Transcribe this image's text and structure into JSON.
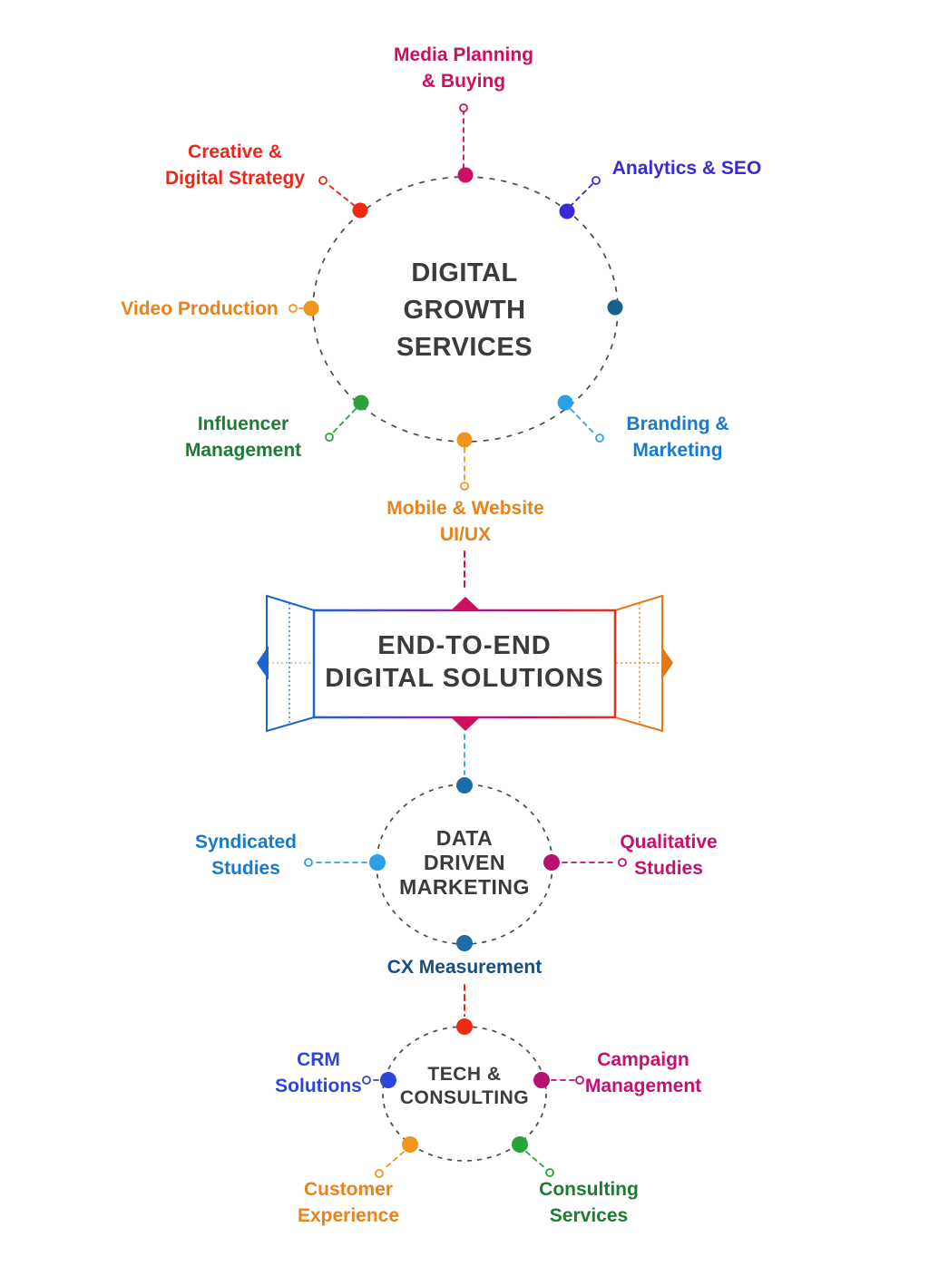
{
  "colors": {
    "magenta": "#CC1060",
    "red": "#E8281B",
    "red_dot": "#F02A12",
    "indigo": "#372BD7",
    "orange": "#E8821C",
    "orange_dot": "#F0951E",
    "green": "#1E7B33",
    "green_dot": "#2AA33E",
    "light_blue": "#1779D1",
    "light_blue_dot": "#2BA0E8",
    "dark_blue_dot": "#15618F",
    "steel_blue": "#1B6CA8",
    "navy": "#174E85",
    "royal_blue": "#2F45DA",
    "pink": "#C2116E",
    "pink_dot": "#B5136F",
    "title_gray": "#3B3B3B",
    "circle_gray": "#4A4A4A",
    "banner_blue": "#1E63D0",
    "banner_purple": "#7B2FBE",
    "banner_red": "#E0331E",
    "banner_orange": "#E87817"
  },
  "hub_digital_growth": {
    "title": "DIGITAL\nGROWTH\nSERVICES",
    "satellites": [
      {
        "label": "Media Planning\n& Buying"
      },
      {
        "label": "Analytics & SEO"
      },
      {
        "label": "Branding &\nMarketing"
      },
      {
        "label": "Mobile & Website\nUI/UX"
      },
      {
        "label": "Influencer\nManagement"
      },
      {
        "label": "Video Production"
      },
      {
        "label": "Creative &\nDigital Strategy"
      }
    ]
  },
  "banner": {
    "title": "END-TO-END\nDIGITAL SOLUTIONS"
  },
  "hub_data_driven": {
    "title": "DATA\nDRIVEN\nMARKETING",
    "satellites": [
      {
        "label": "Syndicated\nStudies"
      },
      {
        "label": "Qualitative\nStudies"
      },
      {
        "label": "CX Measurement"
      }
    ]
  },
  "hub_tech_consulting": {
    "title": "TECH &\nCONSULTING",
    "satellites": [
      {
        "label": "CRM\nSolutions"
      },
      {
        "label": "Campaign\nManagement"
      },
      {
        "label": "Customer\nExperience"
      },
      {
        "label": "Consulting\nServices"
      }
    ]
  }
}
